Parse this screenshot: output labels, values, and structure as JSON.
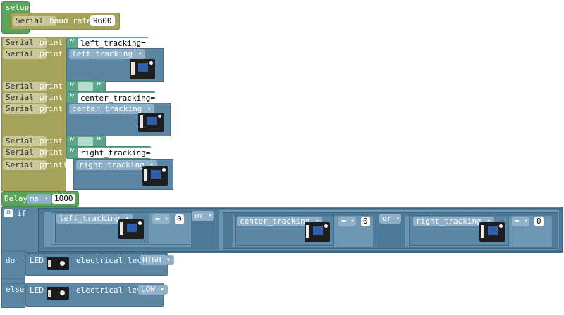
{
  "setup": {
    "label": "setup",
    "serial_select": "Serial",
    "baud_label": "baud rate",
    "baud_value": "9600"
  },
  "rows": {
    "r1": {
      "serial": "Serial",
      "cmd": "print",
      "text": "left_tracking="
    },
    "r2": {
      "serial": "Serial",
      "cmd": "print",
      "sensor": "left_tracking"
    },
    "r3": {
      "serial": "Serial",
      "cmd": "print",
      "text": ""
    },
    "r4": {
      "serial": "Serial",
      "cmd": "print",
      "text": "center_tracking="
    },
    "r5": {
      "serial": "Serial",
      "cmd": "print",
      "sensor": "center_tracking"
    },
    "r6": {
      "serial": "Serial",
      "cmd": "print",
      "text": ""
    },
    "r7": {
      "serial": "Serial",
      "cmd": "print",
      "text": "right_tracking="
    },
    "r8": {
      "serial": "Serial",
      "cmd": "println",
      "sensor": "right_tracking"
    }
  },
  "quote_open": "“",
  "quote_close": "”",
  "delay": {
    "label": "Delay",
    "unit": "ms",
    "value": "1000"
  },
  "ifblock": {
    "if_label": "if",
    "do_label": "do",
    "else_label": "else",
    "cond1": {
      "sensor": "left_tracking",
      "op": "=",
      "value": "0"
    },
    "or1": "or",
    "cond2": {
      "sensor": "center_tracking",
      "op": "=",
      "value": "0"
    },
    "or2": "or",
    "cond3": {
      "sensor": "right_tracking",
      "op": "=",
      "value": "0"
    }
  },
  "do_led": {
    "label": "LED",
    "level_label": "electrical level",
    "level": "HIGH"
  },
  "else_led": {
    "label": "LED",
    "level_label": "electrical level",
    "level": "LOW"
  },
  "colors": {
    "setup_green": "#5ba55b",
    "serial_olive": "#a5a35b",
    "string_teal": "#5ba58c",
    "sensor_steel": "#5b87a5"
  }
}
